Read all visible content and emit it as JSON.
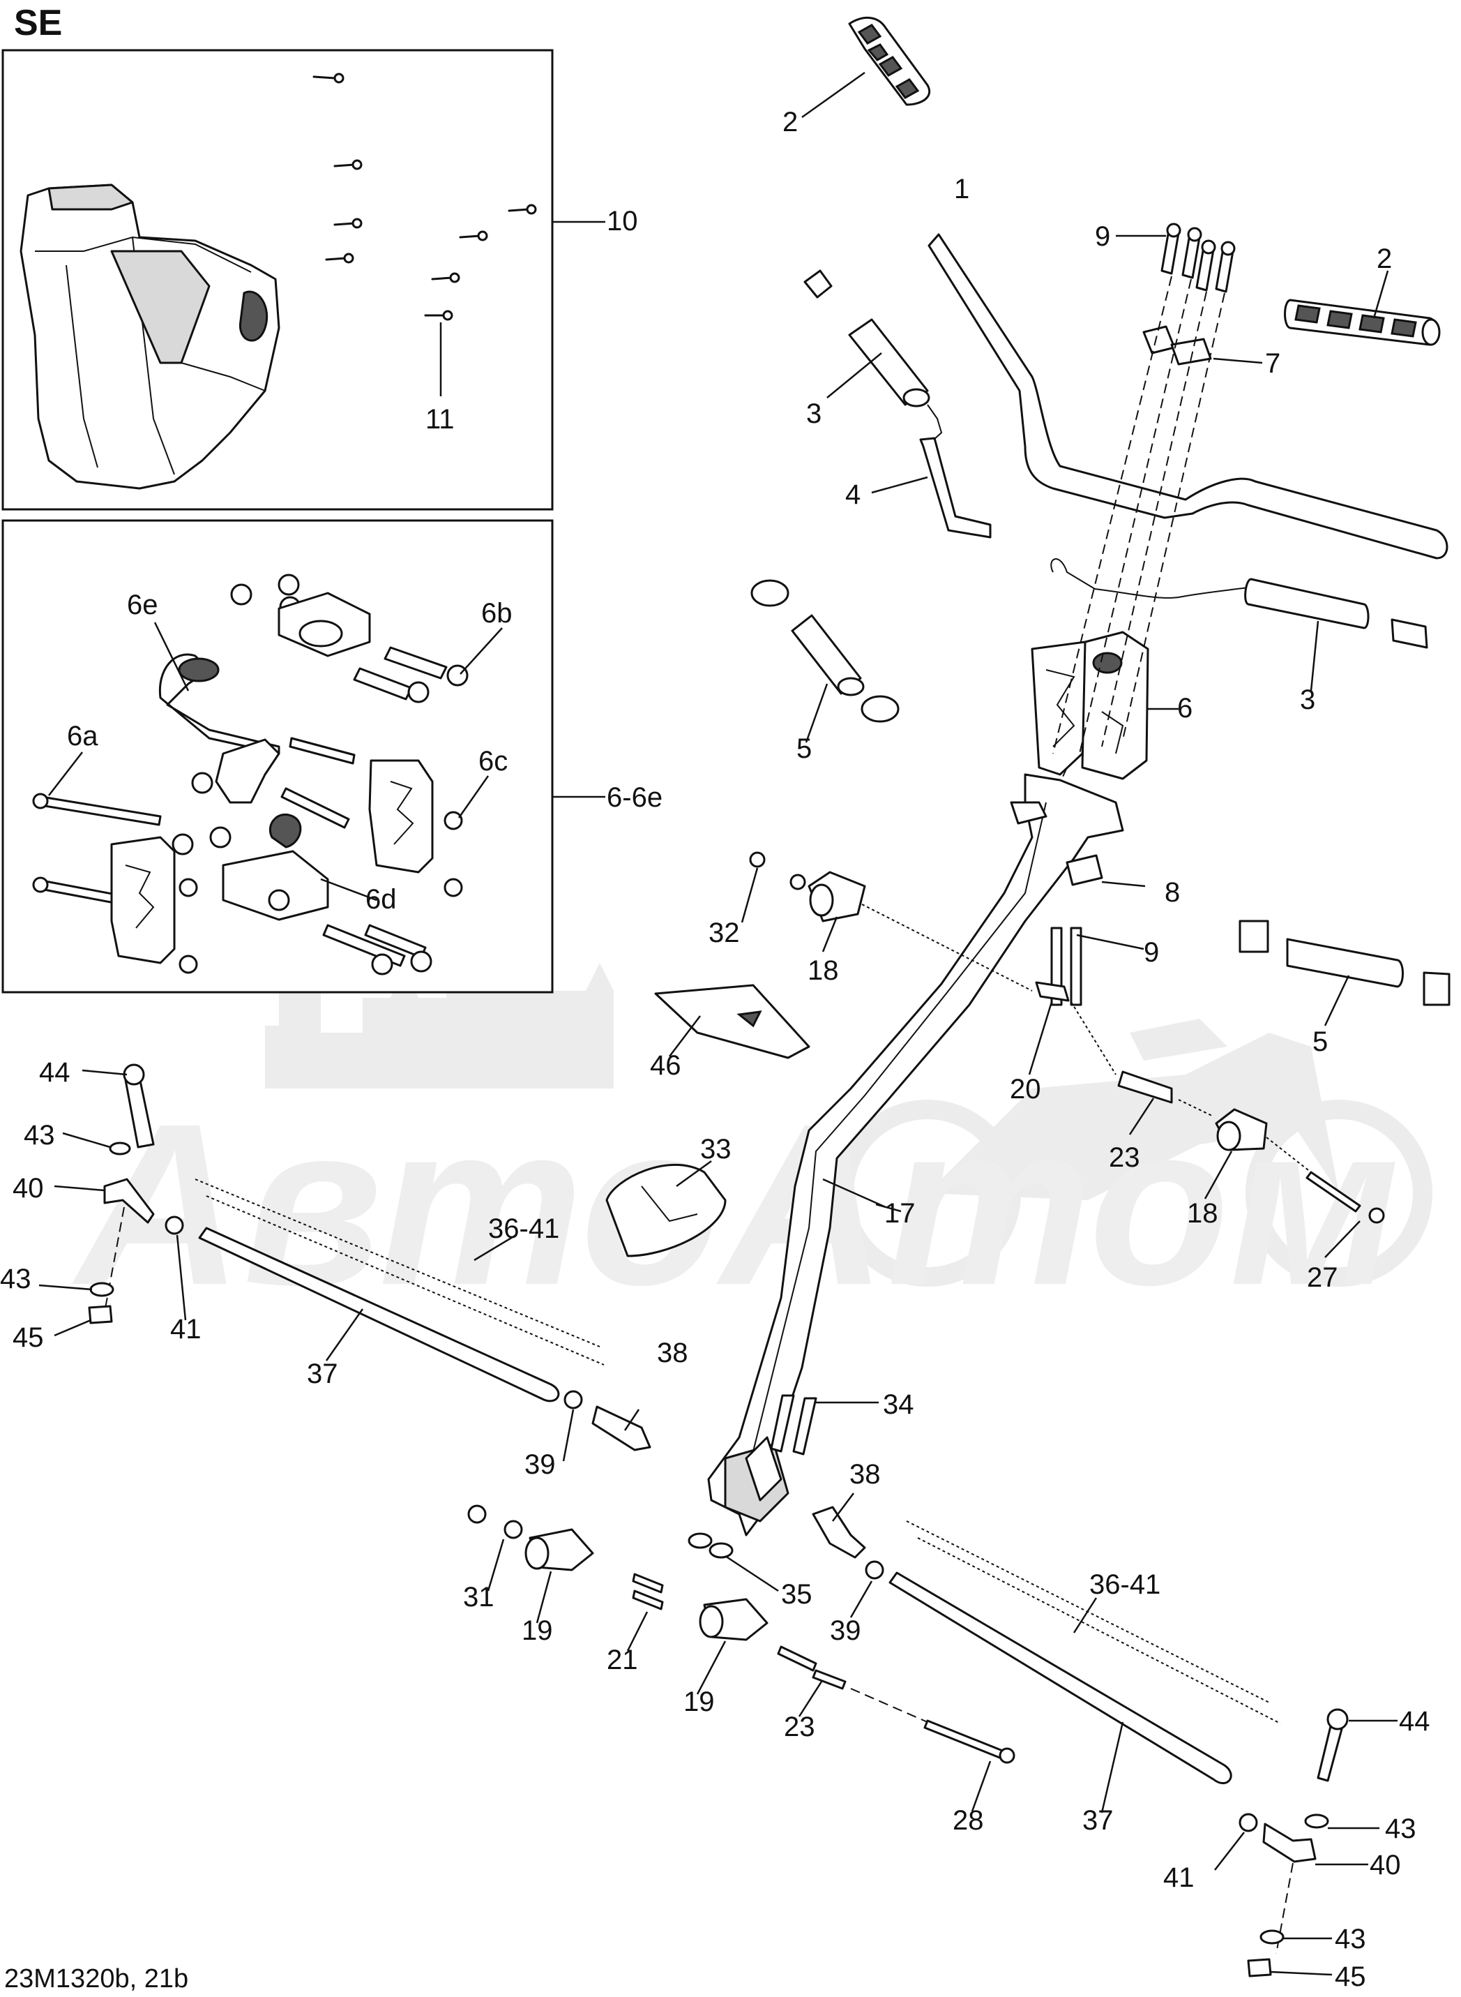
{
  "section_title": "SE",
  "drawing_code": "23M1320b, 21b",
  "watermark_text": "АвтоАтом",
  "callouts": {
    "c1": "1",
    "c2a": "2",
    "c2b": "2",
    "c3a": "3",
    "c3b": "3",
    "c4": "4",
    "c5a": "5",
    "c5b": "5",
    "c6": "6",
    "c6a": "6a",
    "c6b": "6b",
    "c6c": "6c",
    "c6d": "6d",
    "c6e": "6e",
    "c6_6e": "6-6e",
    "c7": "7",
    "c8": "8",
    "c9a": "9",
    "c9b": "9",
    "c10": "10",
    "c11": "11",
    "c17": "17",
    "c18a": "18",
    "c18b": "18",
    "c19a": "19",
    "c19b": "19",
    "c20": "20",
    "c21": "21",
    "c23a": "23",
    "c23b": "23",
    "c27": "27",
    "c28": "28",
    "c31": "31",
    "c32": "32",
    "c33": "33",
    "c34": "34",
    "c35": "35",
    "c36_41a": "36-41",
    "c36_41b": "36-41",
    "c37a": "37",
    "c37b": "37",
    "c38a": "38",
    "c38b": "38",
    "c39a": "39",
    "c39b": "39",
    "c40a": "40",
    "c40b": "40",
    "c41a": "41",
    "c41b": "41",
    "c43a": "43",
    "c43b": "43",
    "c43c": "43",
    "c43d": "43",
    "c44a": "44",
    "c44b": "44",
    "c45a": "45",
    "c45b": "45",
    "c46": "46"
  },
  "colors": {
    "line": "#111111",
    "watermark": "#ececec",
    "shade": "#d9d9d9"
  }
}
